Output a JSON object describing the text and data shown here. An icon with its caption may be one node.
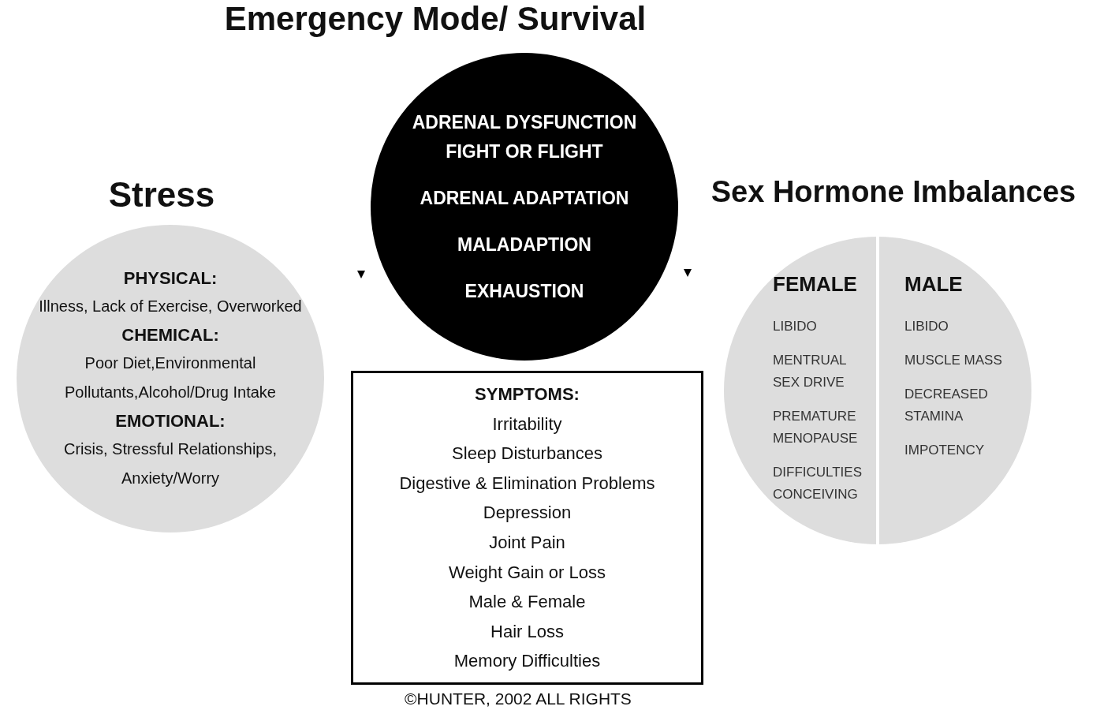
{
  "diagram": {
    "title": "Emergency Mode/ Survival",
    "nodes": [
      {
        "text": [
          "Stress",
          "PHYSICAL:",
          "Illness, Lack of Exercise, Overworked",
          "CHEMICAL:",
          "Poor Diet,Environmental Pollutants,Alcohol/Drug Intake",
          "EMOTIONAL:",
          "Crisis, Stressful Relationships, Anxiety/Worry"
        ]
      },
      {
        "text": [
          "ADRENAL DYSFUNCTION FIGHT OR FLIGHT",
          "ADRENAL ADAPTATION",
          "MALADAPTION",
          "EXHAUSTION"
        ]
      },
      {
        "text": [
          "Sex Hormone Imbalances"
        ]
      },
      {
        "text": [
          "FEMALE",
          "LIBIDO",
          "MENTRUAL SEX DRIVE",
          "PREMATURE MENOPAUSE",
          "DIFFICULTIES CONCEIVING"
        ],
        "in": 2
      },
      {
        "text": [
          "MALE",
          "LIBIDO",
          "MUSCLE MASS",
          "DECREASED STAMINA",
          "IMPOTENCY"
        ],
        "in": 2
      },
      {
        "text": [
          "SYMPTOMS:",
          "Irritability",
          "Sleep Disturbances",
          "Digestive & Elimination Problems",
          "Depression",
          "Joint Pain",
          "Weight Gain or Loss",
          "Male & Female",
          "Hair Loss",
          "Memory Difficulties"
        ]
      }
    ],
    "edges": [],
    "labels": [
      "©HUNTER, 2002 ALL RIGHTS"
    ]
  }
}
